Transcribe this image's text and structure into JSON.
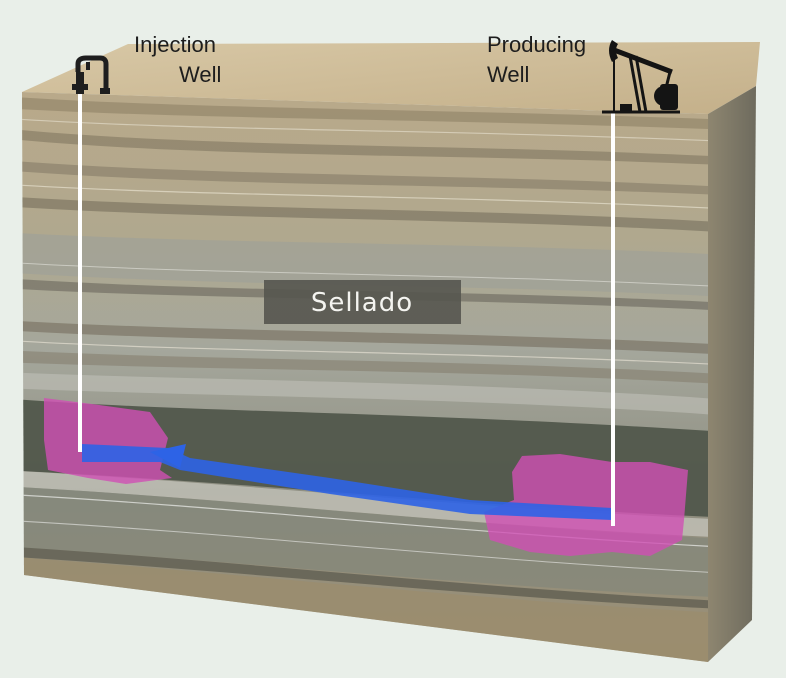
{
  "labels": {
    "injection_line1": "Injection",
    "injection_line2": "Well",
    "producing_line1": "Producing",
    "producing_line2": "Well",
    "seal": "Sellado"
  },
  "icons": {
    "injection_wellhead": "wellhead-icon",
    "producing_pump": "pumpjack-icon"
  },
  "colors": {
    "background": "#e9efe9",
    "surface": "#cbb995",
    "rock_light": "#b8ad92",
    "rock_grey": "#a7aaa0",
    "reservoir_dark": "#4e5448",
    "injected_fluid": "#d04fb4",
    "flow_path": "#2d63e6",
    "well_pipe": "#ffffff",
    "seal_box": "#55554f"
  }
}
